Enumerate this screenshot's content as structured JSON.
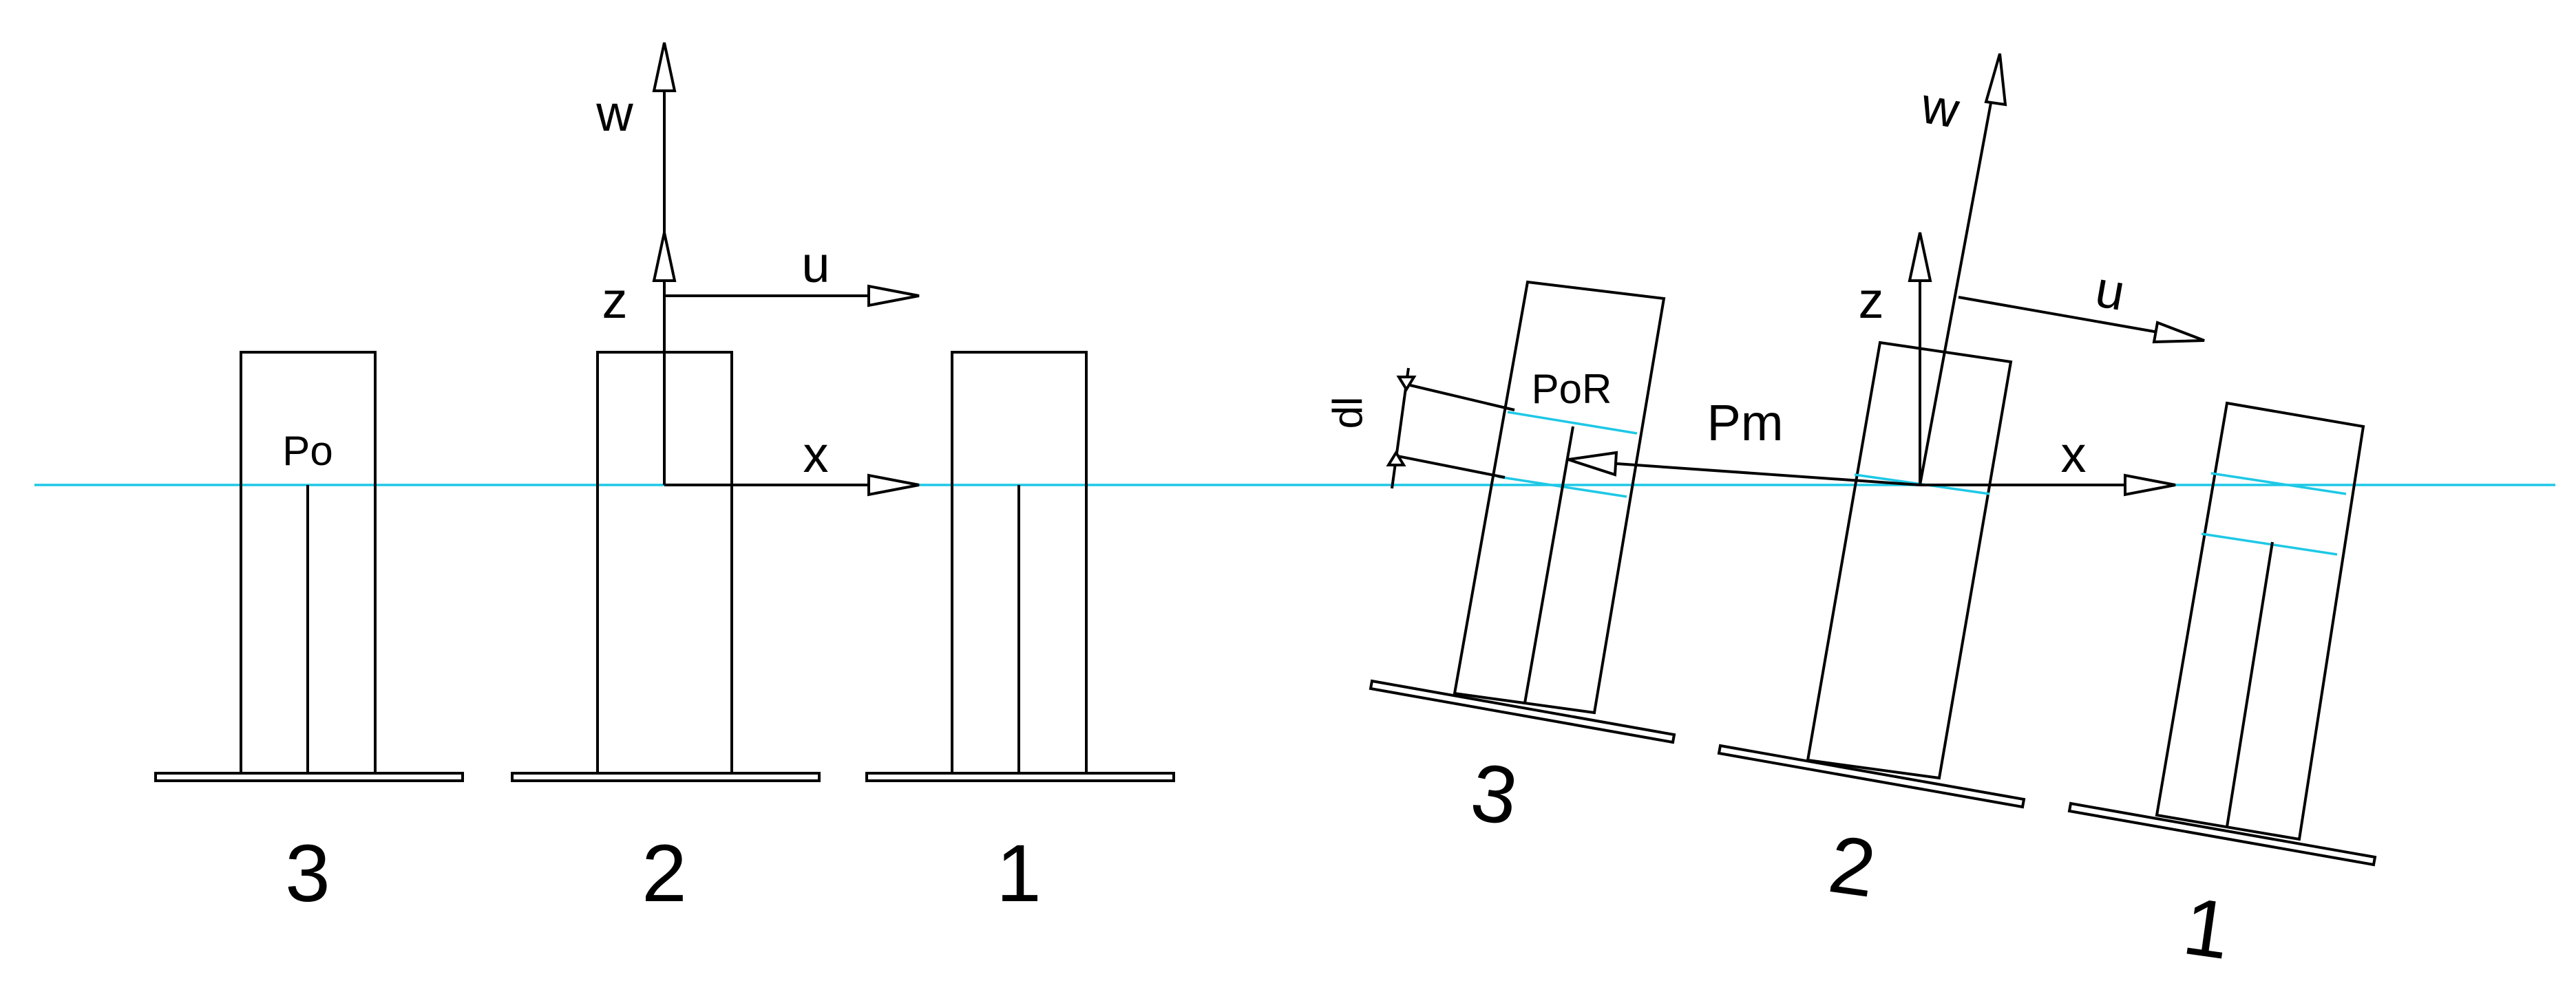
{
  "left_view": {
    "label_w": "w",
    "label_z": "z",
    "label_u": "u",
    "label_x": "x",
    "label_po": "Po",
    "numbers": [
      "3",
      "2",
      "1"
    ]
  },
  "right_view": {
    "label_w": "w",
    "label_z": "z",
    "label_u": "u",
    "label_x": "x",
    "label_por": "PoR",
    "label_pm": "Pm",
    "label_dl": "dl",
    "numbers": [
      "3",
      "2",
      "1"
    ]
  },
  "colors": {
    "reference_line": "#1ec8e6",
    "lines": "#000000",
    "background": "#ffffff"
  }
}
